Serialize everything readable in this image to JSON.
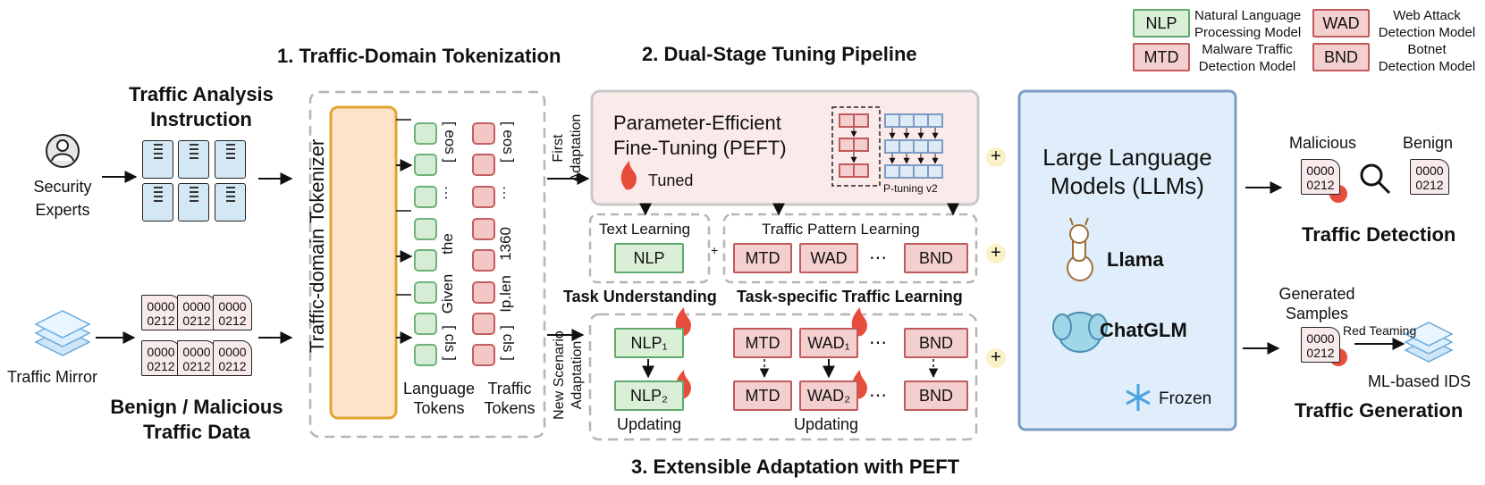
{
  "legend": {
    "items": [
      {
        "abbr": "NLP",
        "desc": [
          "Natural Language",
          "Processing Model"
        ],
        "color": "green"
      },
      {
        "abbr": "WAD",
        "desc": [
          "Web Attack",
          "Detection Model"
        ],
        "color": "red"
      },
      {
        "abbr": "MTD",
        "desc": [
          "Malware Traffic",
          "Detection Model"
        ],
        "color": "red"
      },
      {
        "abbr": "BND",
        "desc": [
          "Botnet",
          "Detection Model"
        ],
        "color": "red"
      }
    ]
  },
  "left": {
    "instruction_title": [
      "Traffic Analysis",
      "Instruction"
    ],
    "experts_label": [
      "Security",
      "Experts"
    ],
    "mirror_label": "Traffic Mirror",
    "data_title": [
      "Benign / Malicious",
      "Traffic Data"
    ],
    "doc_text": [
      "0000",
      "0212"
    ]
  },
  "tokenization": {
    "title": "1. Traffic-Domain Tokenization",
    "tokenizer_label": "Traffic-domain Tokenizer",
    "language_words": [
      "[ cls ]",
      "Given",
      "the",
      "…",
      "[ eos ]"
    ],
    "traffic_words": [
      "[ cls ]",
      "Ip.len",
      "1360",
      "…",
      "[ eos ]"
    ],
    "language_label": [
      "Language",
      "Tokens"
    ],
    "traffic_label": [
      "Traffic",
      "Tokens"
    ]
  },
  "pipeline": {
    "title": "2. Dual-Stage Tuning Pipeline",
    "first_adaptation": [
      "First",
      "Adaptation"
    ],
    "peft_title": [
      "Parameter-Efficient",
      "Fine-Tuning (PEFT)"
    ],
    "tuned_label": "Tuned",
    "ptuning_label": "P-tuning v2",
    "text_learning": "Text Learning",
    "traffic_pattern_learning": "Traffic Pattern Learning",
    "task_understanding": "Task Understanding",
    "task_specific": "Task-specific Traffic Learning",
    "models": [
      "NLP",
      "MTD",
      "WAD",
      "BND"
    ],
    "ellipsis": "⋯",
    "plus": "+"
  },
  "adaptation": {
    "title": "3. Extensible Adaptation with PEFT",
    "new_scenario": [
      "New Scenario",
      "Adaptation"
    ],
    "nlp_top": "NLP₁",
    "nlp_bottom": "NLP₂",
    "mtd": "MTD",
    "wad_top": "WAD₁",
    "wad_bottom": "WAD₂",
    "bnd": "BND",
    "updating_left": "Updating",
    "updating_right": "Updating"
  },
  "llm": {
    "title": [
      "Large Language",
      "Models (LLMs)"
    ],
    "llama": "Llama",
    "chatglm": "ChatGLM",
    "frozen": "Frozen"
  },
  "right": {
    "malicious": "Malicious",
    "benign": "Benign",
    "detection_title": "Traffic Detection",
    "generated": [
      "Generated",
      "Samples"
    ],
    "red_teaming": "Red Teaming",
    "ids": "ML-based IDS",
    "generation_title": "Traffic Generation",
    "doc_text": [
      "0000",
      "0212"
    ]
  },
  "colors": {
    "green_fill": "#d9efd6",
    "green_stroke": "#62a96e",
    "red_fill": "#f4cfcf",
    "red_stroke": "#c15a5a",
    "tokenizer_fill": "#fde4c8",
    "tokenizer_stroke": "#e0a530",
    "peft_fill": "#fbeaea",
    "llm_fill": "#dfeefa",
    "llm_stroke": "#7b9cc4"
  }
}
